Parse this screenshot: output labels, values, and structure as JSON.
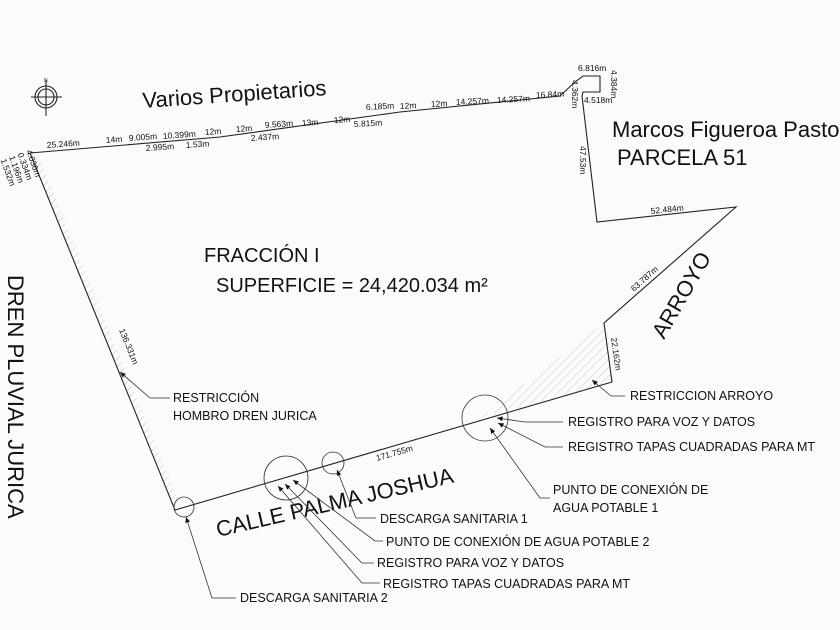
{
  "neighbors": {
    "north": "Varios Propietarios",
    "east_owner": "Marcos Figueroa Pastor",
    "east_parcel": "PARCELA 51",
    "west": "DREN PLUVIAL JURICA",
    "southeast": "ARROYO",
    "south": "CALLE PALMA JOSHUA"
  },
  "title": {
    "fraction": "FRACCIÓN I",
    "area": "SUPERFICIE = 24,420.034 m²"
  },
  "top_dims_upper": [
    "25.246m",
    "14m",
    "9.005m",
    "10.399m",
    "12m",
    "12m",
    "9.563m",
    "13m",
    "12m",
    "6.185m",
    "12m",
    "12m",
    "14.257m",
    "14.257m",
    "16.84m"
  ],
  "top_dims_lower": [
    "2.995m",
    "1.53m",
    "2.437m",
    "5.815m"
  ],
  "left_corner_dims": [
    "4.036m",
    "0.334m",
    "1.196m",
    "1.532m"
  ],
  "right_corner_dims": [
    "6.816m",
    "4.362m",
    "4.384m",
    "4.518m"
  ],
  "side_dims": {
    "east_vertical": "47.53m",
    "east_horizontal": "52.484m",
    "arroyo": "63.787m",
    "arroyo_short": "22.162m",
    "south": "171.755m",
    "west": "136.331m"
  },
  "callouts": {
    "restriccion_dren_1": "RESTRICCIÓN",
    "restriccion_dren_2": "HOMBRO DREN JURICA",
    "restriccion_arroyo": "RESTRICCION ARROYO",
    "voz_datos_1": "REGISTRO PARA VOZ Y DATOS",
    "tapas_mt_1": "REGISTRO TAPAS CUADRADAS PARA MT",
    "agua_1_a": "PUNTO DE CONEXIÓN DE",
    "agua_1_b": "AGUA POTABLE 1",
    "descarga_1": "DESCARGA SANITARIA 1",
    "agua_2": "PUNTO DE CONEXIÓN DE AGUA POTABLE 2",
    "voz_datos_2": "REGISTRO PARA VOZ Y DATOS",
    "tapas_mt_2": "REGISTRO TAPAS CUADRADAS PARA MT",
    "descarga_2": "DESCARGA SANITARIA 2"
  },
  "north_arrow": "N"
}
